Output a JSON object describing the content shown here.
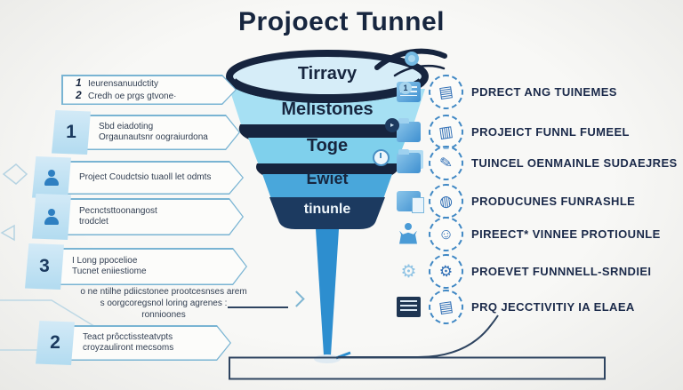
{
  "title": "Projoect Tunnel",
  "funnel": {
    "levels": [
      {
        "label": "Tirravy",
        "fill": "#d6edf8"
      },
      {
        "label": "Melistones",
        "fill": "#a6e0f3"
      },
      {
        "label": "Toge",
        "fill": "#7fd0ec"
      },
      {
        "label": "Ewiet",
        "fill": "#49a7db"
      },
      {
        "label": "tinunle",
        "fill": "#1c3a60"
      }
    ],
    "rim_color": "#16243e",
    "stem_color": "#2d8ecf"
  },
  "left_items": [
    {
      "markers": [
        {
          "n": "1",
          "text": "Ieurensanuudctity"
        },
        {
          "n": "2",
          "text": "Credh oe prgs gtvone·"
        }
      ]
    },
    {
      "badge": "1",
      "lines": [
        "Sbd eiadoting",
        "Orgaunautsnr oograiurdona"
      ]
    },
    {
      "badge_icon": "person-icon",
      "lines": [
        "Project Coudctsio tuaoll let odmts"
      ]
    },
    {
      "badge_icon": "person-icon",
      "lines": [
        "Pecnctsttoonangost",
        "trodclet"
      ]
    },
    {
      "badge": "3",
      "lines": [
        "I Long ppocelioe",
        "Tucnet eniiestiome"
      ]
    },
    {
      "lines": [
        "o ne ntilhe pdiicstonee prootcesnses arem",
        "s oorgcoregsnol loring agrenes :",
        "ronnioones"
      ]
    },
    {
      "badge": "2",
      "lines": [
        "Teact prôcctissteatvpts",
        "croyzauliront mecsoms"
      ]
    }
  ],
  "right_items": [
    {
      "mini_icon": "chat-document-icon",
      "circle_icon": "document-icon",
      "glyph": "▤",
      "label": "PDRECT ANG TUINEMES"
    },
    {
      "mini_icon": "folder-icon",
      "circle_icon": "book-badge-icon",
      "glyph": "▥",
      "label": "PROJEICT FUNNL FUMEEL"
    },
    {
      "mini_icon": "folders-icon",
      "circle_icon": "tools-icon",
      "glyph": "✎",
      "label": "TUINCEL OENMAINLE SUDAEJRES"
    },
    {
      "mini_icon": "documents-icon",
      "circle_icon": "globe-icon",
      "glyph": "◍",
      "label": "PRODUCUNES FUNRASHLE"
    },
    {
      "mini_icon": "person-celebrate-icon",
      "circle_icon": "person-icon",
      "glyph": "☺",
      "label": "PIREECT* VINNEE PROTIOUNLE"
    },
    {
      "mini_icon": "gears-icon",
      "circle_icon": "gear-person-icon",
      "glyph": "⚙",
      "label": "PROEVET FUNNNELL-SRNDIEI"
    },
    {
      "mini_icon": "clipboard-icon",
      "circle_icon": "document-badge-icon",
      "glyph": "▤",
      "label": "PRQ JECCTIVITIY IA ELAEA"
    }
  ],
  "decor": {
    "coin_label": "1",
    "bird_glyph": "▸"
  },
  "colors": {
    "background": "#f1f1ef",
    "navy": "#1b2a4a",
    "accent_blue": "#3a7fc1",
    "ribbon_border": "#79b4d3",
    "tab_fill": "#c6e4f4"
  }
}
